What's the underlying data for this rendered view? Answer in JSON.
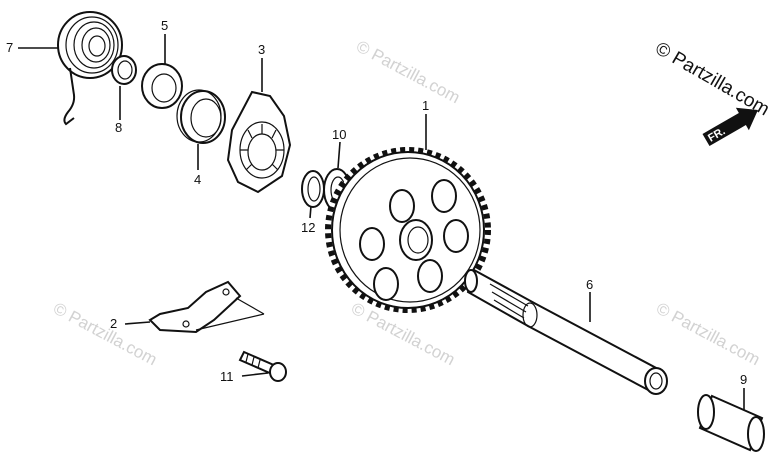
{
  "copyright": "© Partzilla.com",
  "watermark": "© Partzilla.com",
  "direction_label": "FR.",
  "callouts": {
    "n1": "1",
    "n2": "2",
    "n3": "3",
    "n4": "4",
    "n5": "5",
    "n6": "6",
    "n7": "7",
    "n8": "8",
    "n9": "9",
    "n10": "10",
    "n11": "11",
    "n12": "12"
  }
}
